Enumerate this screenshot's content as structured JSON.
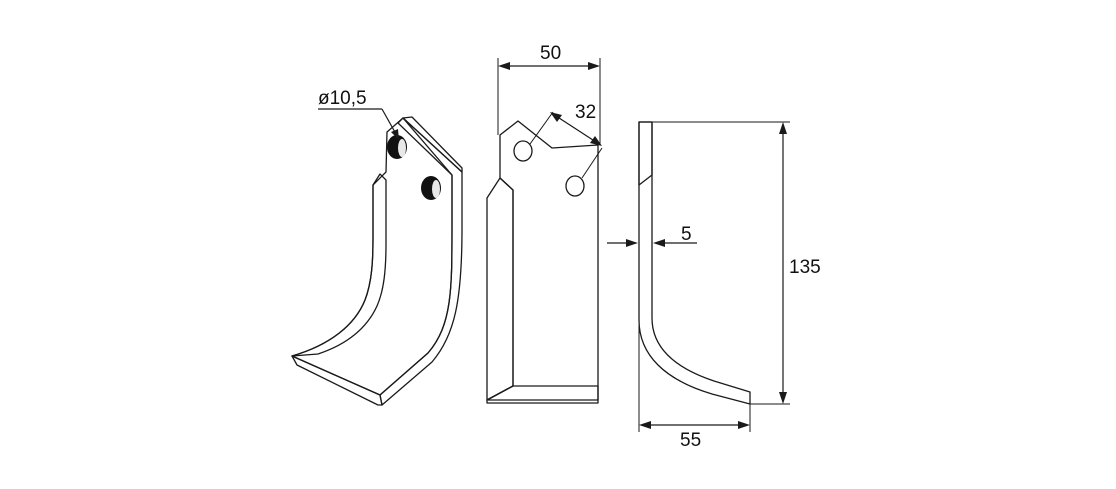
{
  "dimensions": {
    "hole_diameter": "ø10,5",
    "width_top": "50",
    "hole_spacing": "32",
    "thickness": "5",
    "height": "135",
    "bottom_width": "55"
  },
  "colors": {
    "line": "#1a1a1a",
    "face_gray": "#ececec",
    "bevel_gray": "#a6a6a6",
    "hole_dark": "#111111"
  }
}
